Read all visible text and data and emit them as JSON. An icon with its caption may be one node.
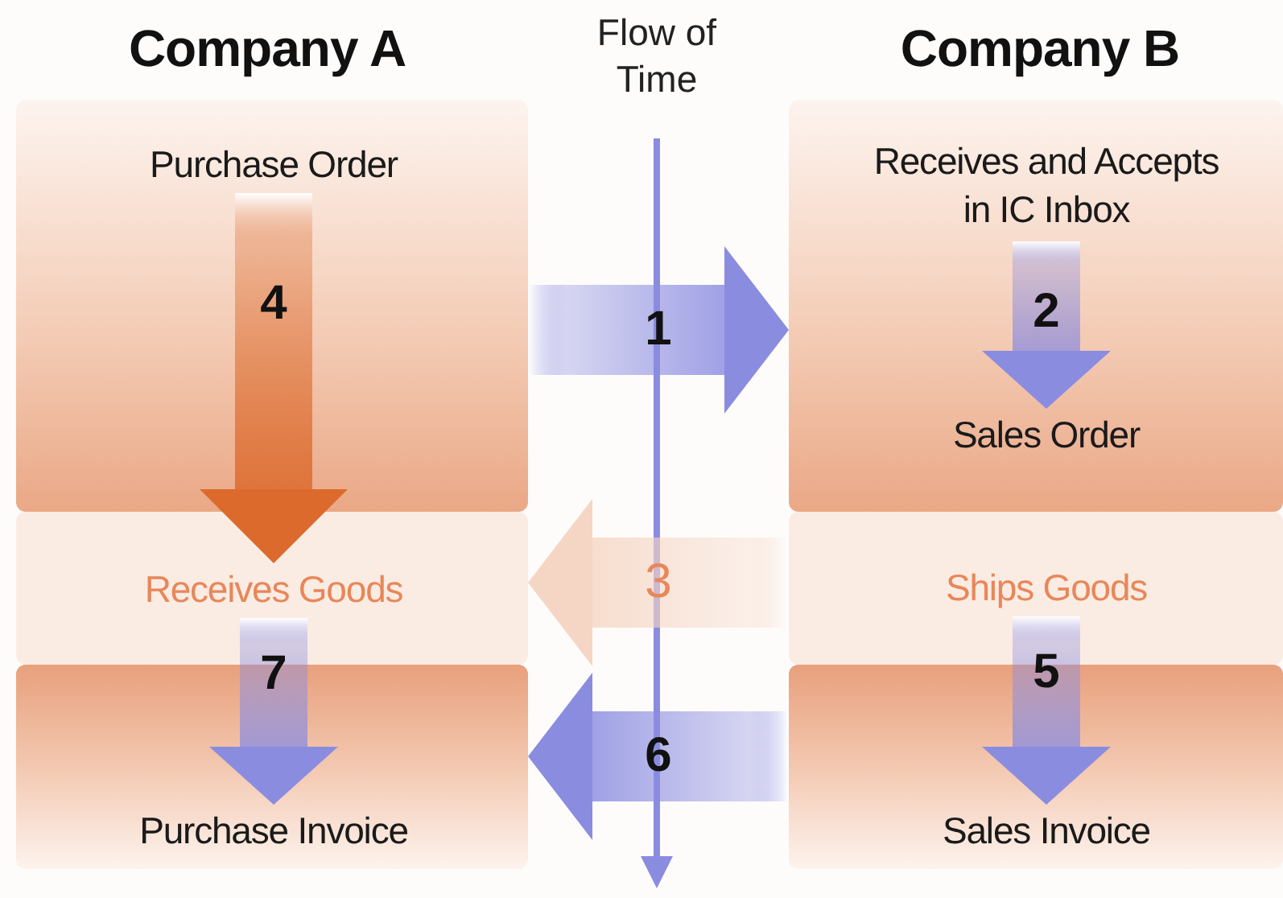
{
  "diagram": {
    "nodes": [
      {
        "text": [],
        "shape": "box"
      },
      {
        "text": [
          "Purchase Order"
        ],
        "in": 0
      },
      {
        "text": [],
        "shape": "box"
      },
      {
        "text": [
          "Receives and Accepts in IC Inbox"
        ],
        "in": 2
      },
      {
        "text": [
          "Sales Order"
        ],
        "in": 2
      },
      {
        "text": [],
        "shape": "box"
      },
      {
        "text": [
          "Receives Goods"
        ],
        "in": 5
      },
      {
        "text": [],
        "shape": "box"
      },
      {
        "text": [
          "Ships Goods"
        ],
        "in": 7
      },
      {
        "text": [],
        "shape": "box"
      },
      {
        "text": [
          "Purchase Invoice"
        ],
        "in": 9
      },
      {
        "text": [],
        "shape": "box"
      },
      {
        "text": [
          "Sales Invoice"
        ],
        "in": 11
      }
    ],
    "edges": [
      {
        "from": 0,
        "to": 2,
        "arrow": "to",
        "label": "1"
      },
      {
        "from": 3,
        "to": 4,
        "arrow": "to",
        "label": "2"
      },
      {
        "from": 7,
        "to": 5,
        "arrow": "to",
        "label": "3",
        "color": "#f5d6c4"
      },
      {
        "from": 1,
        "to": 6,
        "arrow": "to",
        "label": "4",
        "color": "#dc6a2c"
      },
      {
        "from": 8,
        "to": 12,
        "arrow": "to",
        "label": "5"
      },
      {
        "from": 11,
        "to": 9,
        "arrow": "to",
        "label": "6"
      },
      {
        "from": 6,
        "to": 10,
        "arrow": "to",
        "label": "7"
      }
    ],
    "labels": [
      "Company A",
      "Flow of Time",
      "Company B"
    ]
  }
}
